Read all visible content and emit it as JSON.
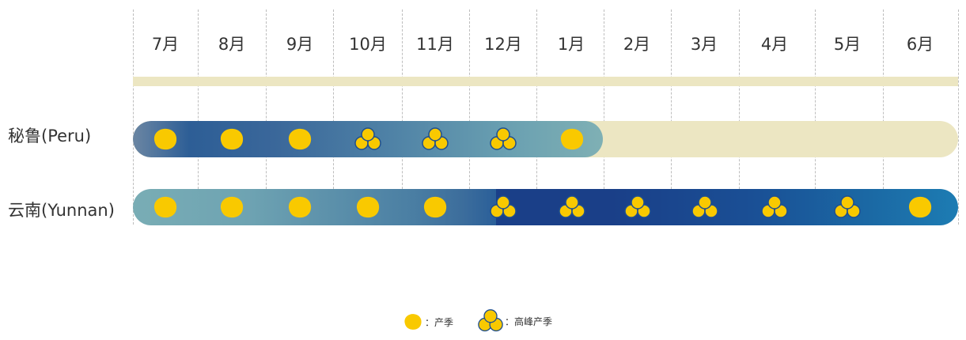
{
  "months": [
    "7月",
    "8月",
    "9月",
    "10月",
    "11月",
    "12月",
    "1月",
    "2月",
    "3月",
    "4月",
    "5月",
    "6月"
  ],
  "rows": [
    {
      "label": "秘鲁(Peru)",
      "markers": [
        "season",
        "season",
        "season",
        "peak",
        "peak",
        "peak",
        "season",
        "",
        "",
        "",
        "",
        ""
      ]
    },
    {
      "label": "云南(Yunnan)",
      "markers": [
        "season",
        "season",
        "season",
        "season",
        "season",
        "peak",
        "peak",
        "peak",
        "peak",
        "peak",
        "peak",
        "season"
      ]
    }
  ],
  "legend": {
    "season_label": "：产季",
    "peak_label": "：高峰产季"
  },
  "colors": {
    "fruit": "#f9c900",
    "fruit_outline": "#1f4f8f",
    "track_empty": "#ece6c2"
  }
}
